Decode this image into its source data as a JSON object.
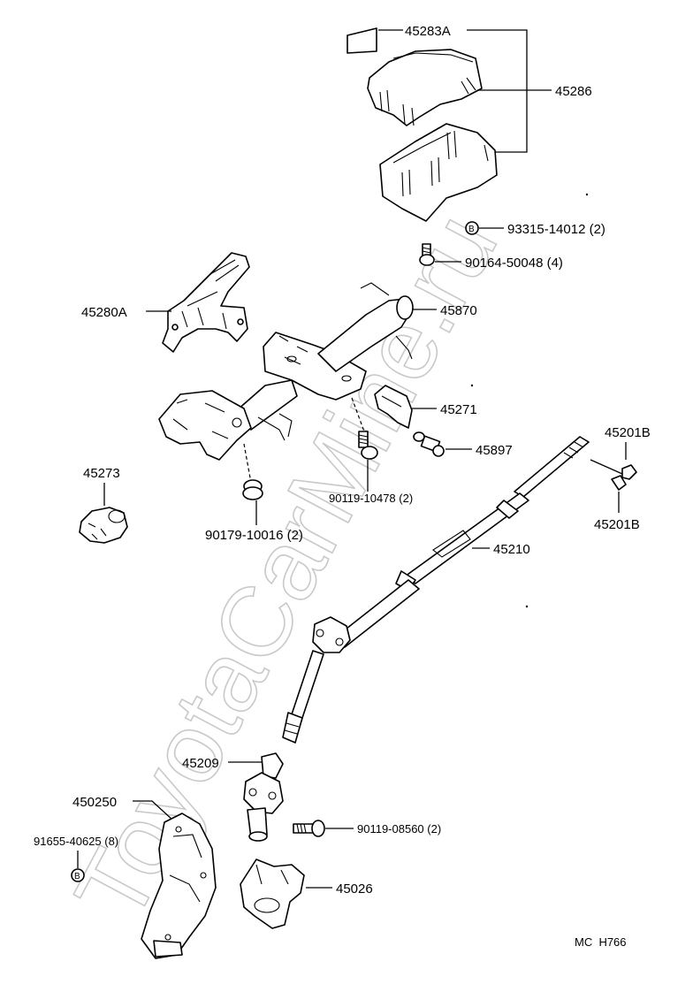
{
  "watermark": "ToyotaCarMine.ru",
  "diagram_code": "MC  H766",
  "bolt_marker": "B",
  "labels": {
    "p45283A": "45283A",
    "p45286": "45286",
    "p93315": "93315-14012 (2)",
    "p90164": "90164-50048 (4)",
    "p45280A": "45280A",
    "p45870": "45870",
    "p45271": "45271",
    "p45897": "45897",
    "p45201B_top": "45201B",
    "p45201B_bottom": "45201B",
    "p45273": "45273",
    "p90119_10478": "90119-10478 (2)",
    "p90179": "90179-10016 (2)",
    "p45210": "45210",
    "p45209": "45209",
    "p450250": "450250",
    "p90119_08560": "90119-08560 (2)",
    "p91655": "91655-40625 (8)",
    "p45026": "45026"
  }
}
